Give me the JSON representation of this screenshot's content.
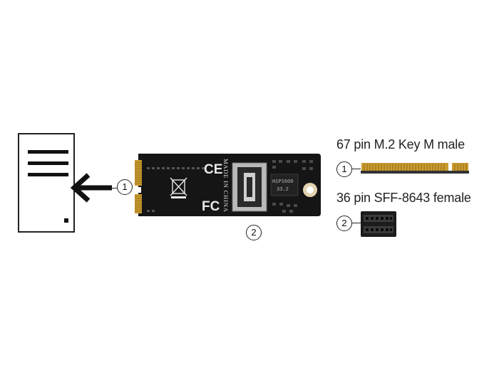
{
  "board": {
    "made_in": "MADE IN CHINA",
    "chip_line1": "H1P1600",
    "chip_line2": "33.2"
  },
  "callouts": {
    "one": "1",
    "two": "2"
  },
  "legend": {
    "items": [
      {
        "number": "1",
        "label": "67 pin M.2 Key M male"
      },
      {
        "number": "2",
        "label": "36 pin SFF-8643 female"
      }
    ]
  }
}
